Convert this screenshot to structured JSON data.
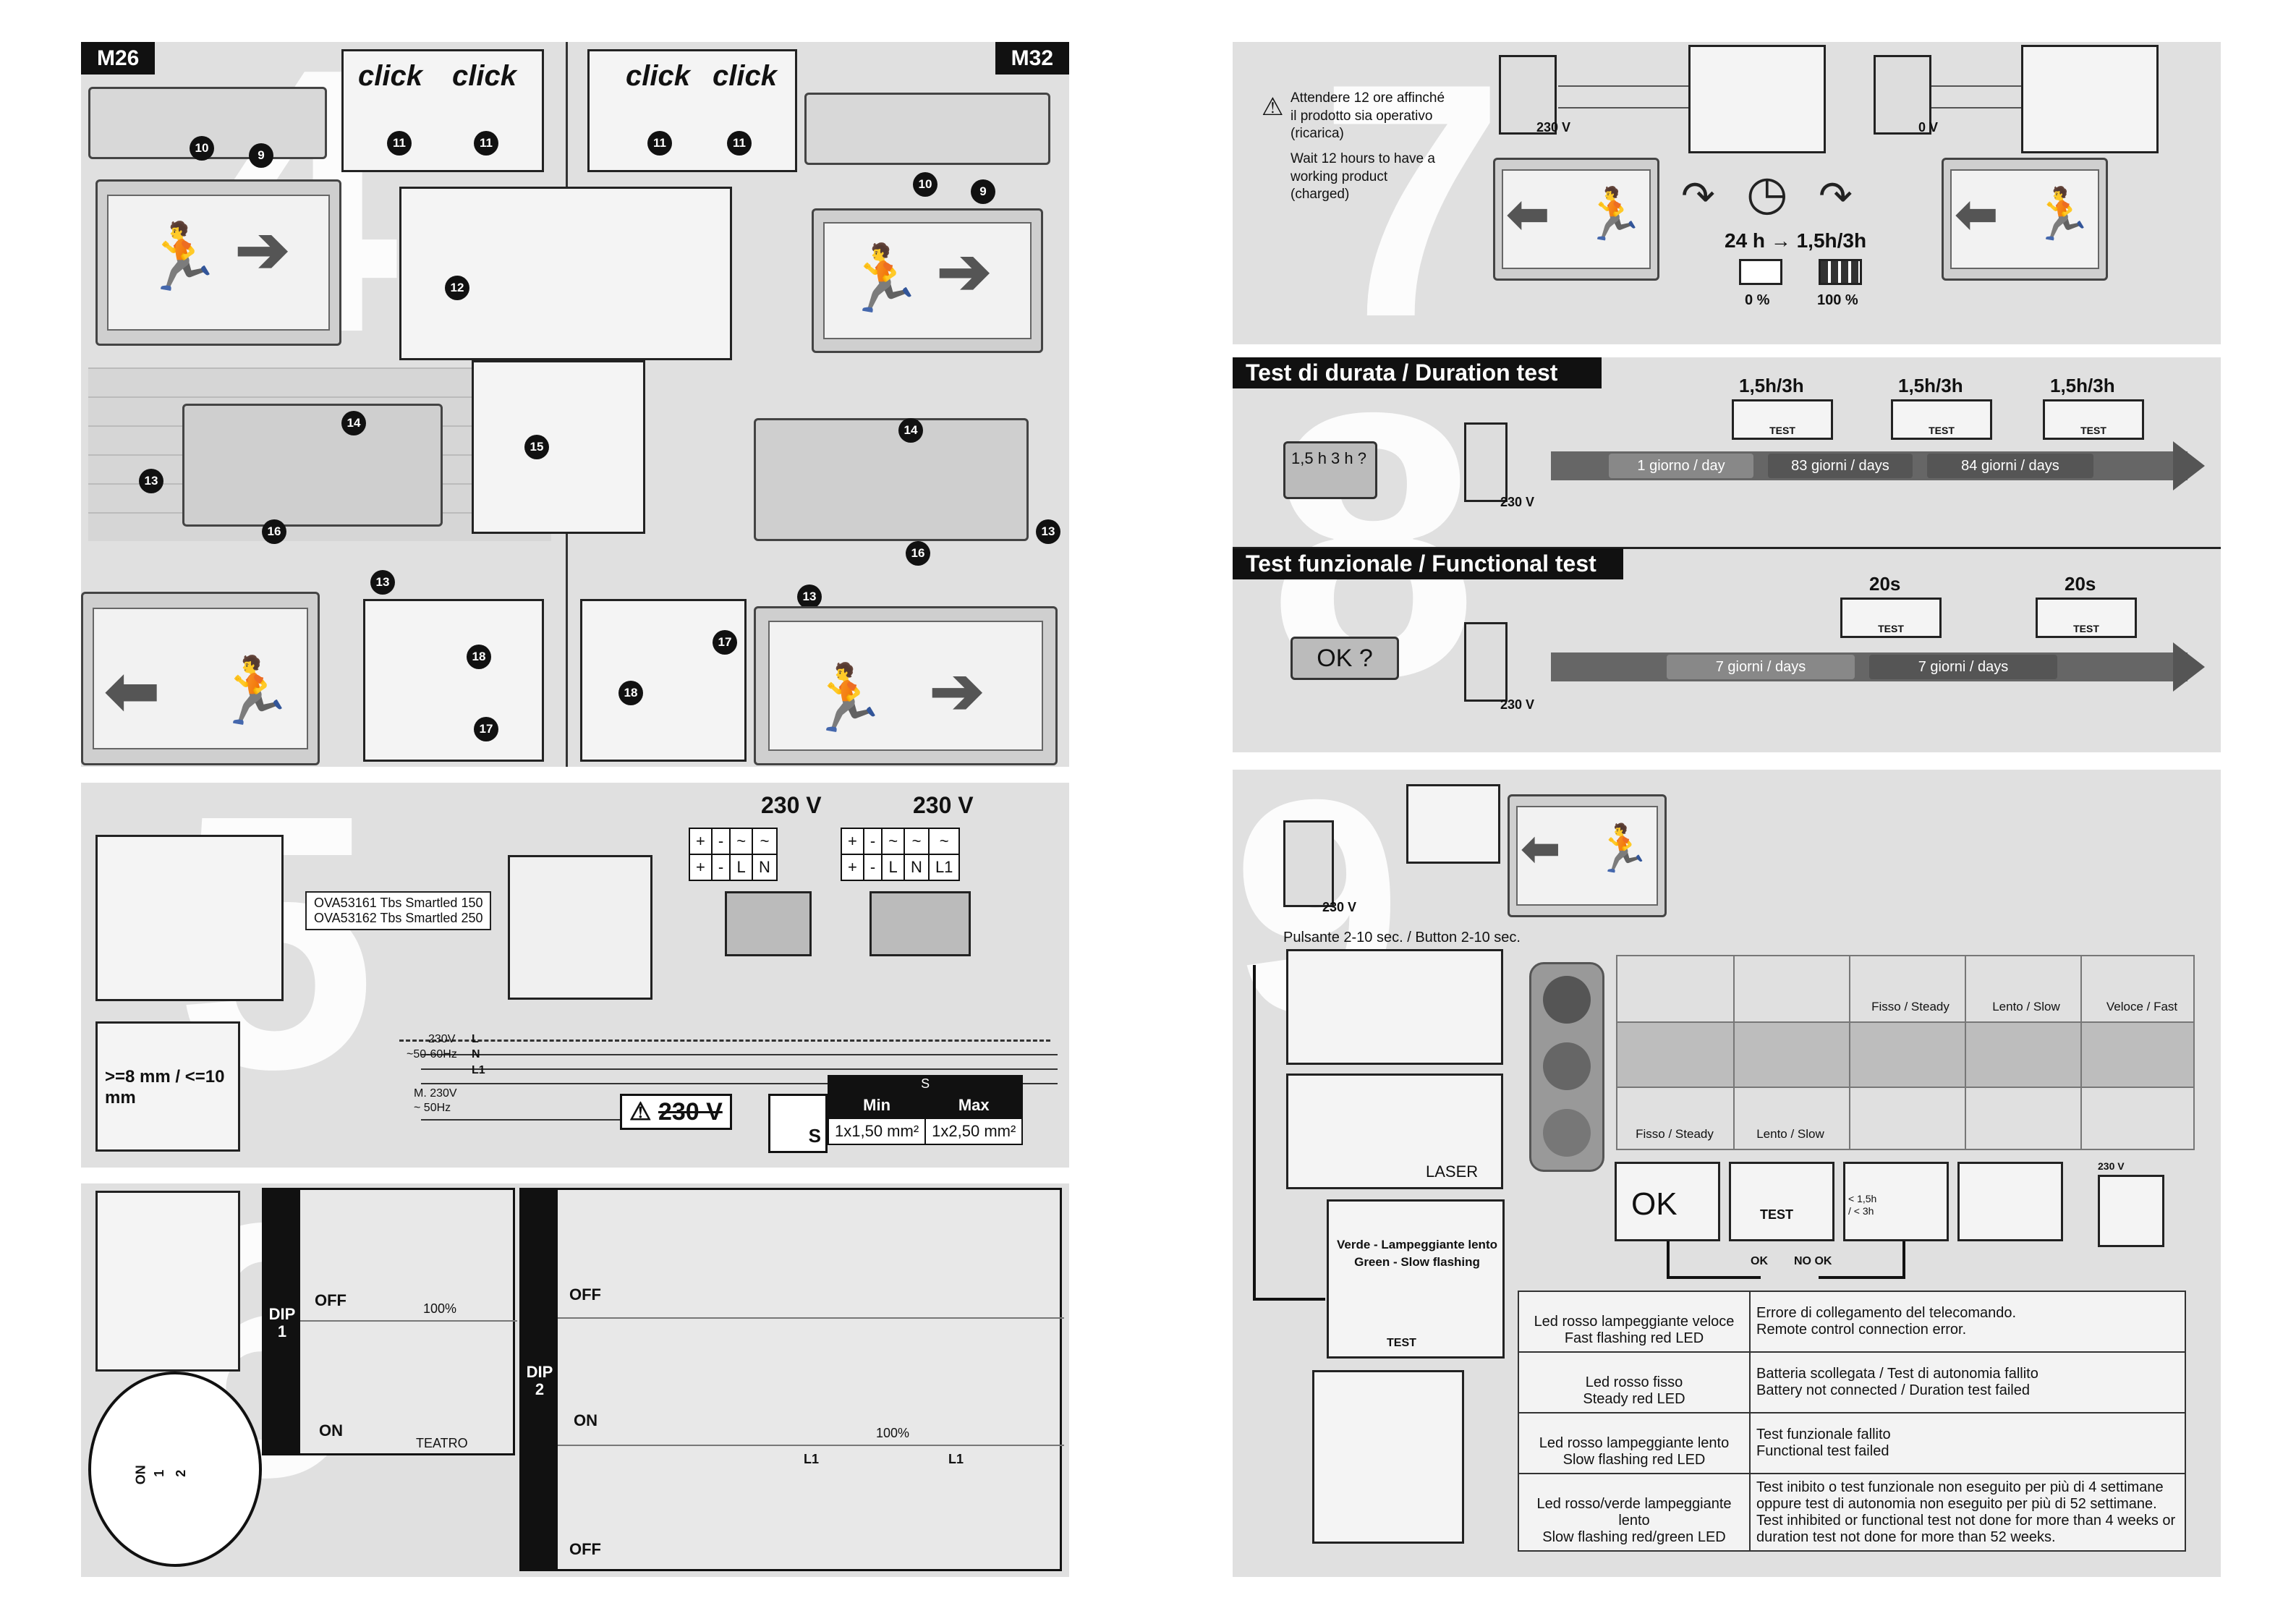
{
  "left_page": {
    "step4": {
      "number": "4",
      "model_left": "M26",
      "model_right": "M32",
      "click_text": "click",
      "callouts": [
        "9",
        "10",
        "11",
        "12",
        "13",
        "14",
        "15",
        "16",
        "17",
        "18"
      ]
    },
    "step5": {
      "number": "5",
      "voltage_a": "230 V",
      "voltage_b": "230 V",
      "terminal_top": [
        "+",
        "-",
        "~",
        "~"
      ],
      "terminal_a_bottom": [
        "+",
        "-",
        "L",
        "N"
      ],
      "terminal_b_top": [
        "+",
        "-",
        "~",
        "~",
        "~"
      ],
      "terminal_b_bottom": [
        "+",
        "-",
        "L",
        "N",
        "L1"
      ],
      "product_lines": [
        "OVA53161  Tbs Smartled  150",
        "OVA53162  Tbs Smartled  250"
      ],
      "strip_label": ">=8 mm / <=10 mm",
      "supply_label": "230V",
      "supply_freq": "~50-60Hz",
      "m_label": "M. 230V",
      "m_freq": "~ 50Hz",
      "line_labels": [
        "L",
        "N",
        "L1"
      ],
      "warning": "230 V",
      "wire_table": {
        "header": "S",
        "cols": [
          "Min",
          "Max"
        ],
        "vals": [
          "1x1,50 mm²",
          "1x2,50 mm²"
        ]
      }
    },
    "step6": {
      "number": "6",
      "dip1_label": "DIP 1",
      "dip1_rows": [
        {
          "state": "OFF",
          "caption": "100%"
        },
        {
          "state": "ON",
          "caption": "TEATRO"
        }
      ],
      "dip2_label": "DIP 2",
      "dip2_rows": [
        {
          "state": "OFF",
          "caption": ""
        },
        {
          "state": "ON",
          "caption": "100%"
        },
        {
          "state": "OFF",
          "caption": ""
        }
      ],
      "l1_label": "L1",
      "on_label": "ON",
      "switch_nums": [
        "1",
        "2"
      ]
    }
  },
  "right_page": {
    "step7": {
      "number": "7",
      "warning_it": "Attendere 12 ore affinché il prodotto sia operativo (ricarica)",
      "warning_en": "Wait 12 hours to have a working product (charged)",
      "v_on": "230 V",
      "v_off": "0 V",
      "charge_label": "24 h → 1,5h/3h",
      "bat_empty": "0 %",
      "bat_full": "100 %"
    },
    "step8": {
      "number": "8",
      "duration_header": "Test di durata / Duration test",
      "duration_q": "1,5 h 3 h ?",
      "duration_tests": [
        "1,5h/3h",
        "1,5h/3h",
        "1,5h/3h"
      ],
      "duration_segments": [
        "1 giorno / day",
        "83 giorni / days",
        "84 giorni / days"
      ],
      "functional_header": "Test  funzionale / Functional test",
      "functional_q": "OK ?",
      "functional_tests": [
        "20s",
        "20s"
      ],
      "functional_segments": [
        "7 giorni / days",
        "7 giorni / days"
      ],
      "test_text": "TEST",
      "v_label": "230 V"
    },
    "step9": {
      "number": "9",
      "v_label": "230 V",
      "button_label": "Pulsante 2-10 sec. / Button 2-10 sec.",
      "laser_label": "LASER",
      "green_label_it": "Verde - Lampeggiante lento",
      "green_label_en": "Green - Slow flashing",
      "test_text": "TEST",
      "led_modes_top": [
        "Fisso / Steady",
        "Lento / Slow",
        "Veloce / Fast"
      ],
      "led_modes_bottom": [
        "Fisso / Steady",
        "Lento / Slow"
      ],
      "ok_text": "OK",
      "ok_small": "OK",
      "nook_small": "NO OK",
      "bat_hint": "< 1,5h / < 3h",
      "terminal_label": "230 V",
      "led_table": [
        {
          "label": "Led rosso lampeggiante veloce\nFast flashing red LED",
          "it": "Errore di collegamento del telecomando.",
          "en": "Remote control connection error."
        },
        {
          "label": "Led rosso fisso\nSteady red LED",
          "it": "Batteria scollegata / Test di autonomia fallito",
          "en": "Battery not connected / Duration test failed"
        },
        {
          "label": "Led rosso lampeggiante lento\nSlow flashing red LED",
          "it": "Test funzionale fallito",
          "en": "Functional  test failed"
        },
        {
          "label": "Led rosso/verde lampeggiante lento\nSlow flashing red/green LED",
          "it": "Test inibito o test funzionale non eseguito per più di 4 settimane oppure test di autonomia non eseguito per più di 52 settimane.",
          "en": "Test inhibited or functional test not done for more than 4 weeks or duration test not done for more than 52 weeks."
        }
      ]
    }
  }
}
